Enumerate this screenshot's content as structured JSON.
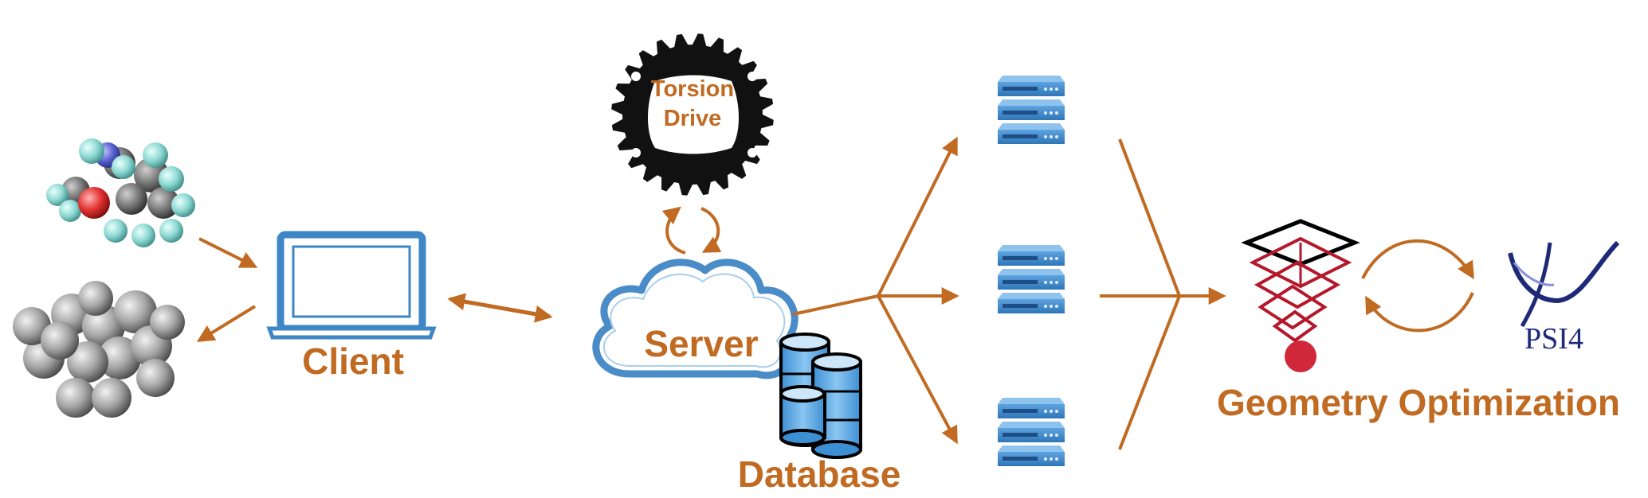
{
  "labels": {
    "client": "Client",
    "server": "Server",
    "database": "Database",
    "torsion_line1": "Torsion",
    "torsion_line2": "Drive",
    "geometry_optimization": "Geometry Optimization",
    "psi4": "PSI4"
  },
  "colors": {
    "accent": "#C06A22",
    "laptop_blue": "#3E86C6",
    "cloud_blue": "#4A8CC8",
    "db_blue": "#5AA6E2",
    "server_blue": "#3F86C8",
    "molecule_color": "#8FD9D3",
    "molecule_gray": "#8A8A8A",
    "optimizer_red": "#B5172B",
    "psi4_navy": "#1E2A78"
  },
  "icons": {
    "molecule_colored": "molecule-icon",
    "molecule_gray": "molecule-icon",
    "client": "laptop-icon",
    "server": "cloud-icon",
    "database": "database-icon",
    "torsion_drive": "gear-icon",
    "workers": "server-rack-icon",
    "optimizer": "optimization-ladder-icon",
    "psi4": "psi4-logo-icon"
  }
}
